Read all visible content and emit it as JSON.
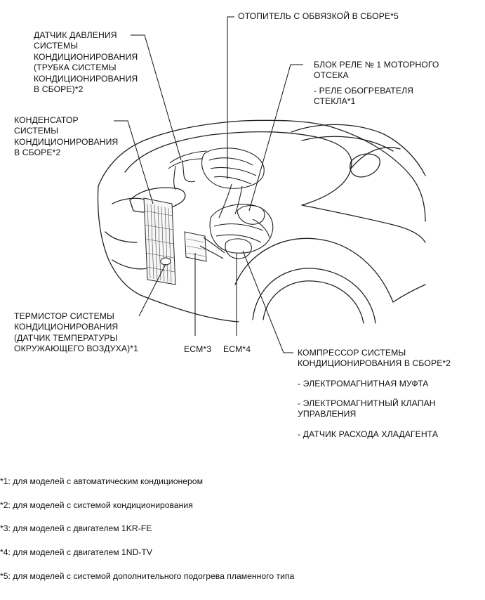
{
  "labels": {
    "heater": "ОТОПИТЕЛЬ С ОБВЯЗКОЙ В СБОРЕ*5",
    "pressure_sensor": "ДАТЧИК ДАВЛЕНИЯ\nСИСТЕМЫ\nКОНДИЦИОНИРОВАНИЯ\n(ТРУБКА СИСТЕМЫ\nКОНДИЦИОНИРОВАНИЯ\nВ СБОРЕ)*2",
    "relay_block": "БЛОК РЕЛЕ № 1 МОТОРНОГО\nОТСЕКА",
    "relay_item": "- РЕЛЕ ОБОГРЕВАТЕЛЯ\nСТЕКЛА*1",
    "condenser": "КОНДЕНСАТОР\nСИСТЕМЫ\nКОНДИЦИОНИРОВАНИЯ\nВ СБОРЕ*2",
    "thermistor": "ТЕРМИСТОР СИСТЕМЫ\nКОНДИЦИОНИРОВАНИЯ\n(ДАТЧИК ТЕМПЕРАТУРЫ\nОКРУЖАЮЩЕГО ВОЗДУХА)*1",
    "ecm3": "ECM*3",
    "ecm4": "ECM*4",
    "compressor": "КОМПРЕССОР СИСТЕМЫ\nКОНДИЦИОНИРОВАНИЯ В СБОРЕ*2",
    "compressor_items": [
      "- ЭЛЕКТРОМАГНИТНАЯ МУФТА",
      "- ЭЛЕКТРОМАГНИТНЫЙ КЛАПАН\nУПРАВЛЕНИЯ",
      "- ДАТЧИК РАСХОДА ХЛАДАГЕНТА"
    ]
  },
  "footnotes": [
    "*1: для моделей с автоматическим кондиционером",
    "*2: для моделей с системой кондиционирования",
    "*3: для моделей с двигателем 1KR-FE",
    "*4: для моделей с двигателем 1ND-TV",
    "*5: для моделей с системой дополнительного подогрева пламенного типа"
  ]
}
